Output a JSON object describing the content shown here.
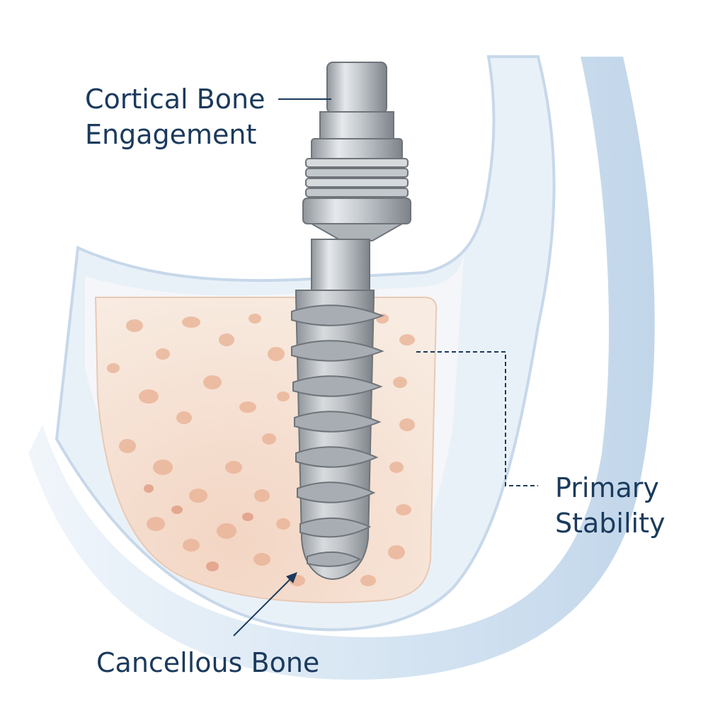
{
  "labels": {
    "cortical": [
      "Cortical Bone",
      "Engagement"
    ],
    "primary": [
      "Primary",
      "Stability"
    ],
    "cancellous": "Cancellous Bone"
  },
  "colors": {
    "label_text": "#1b3a5c",
    "leader_line": "#1b3a5c",
    "cortical_shell": "#e8f0f8",
    "gum_tissue": "#c9dcef",
    "cancellous_fill": "#f4e4d8",
    "cancellous_pores": "#e2a585",
    "implant_metal": "#b9bec4",
    "implant_thread": "#9aa0a6"
  },
  "icons": {
    "implant": "dental-implant-screw",
    "bone": "jaw-bone-cross-section"
  }
}
